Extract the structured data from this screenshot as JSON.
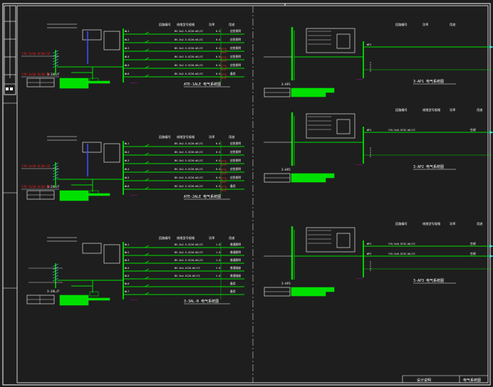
{
  "colors": {
    "background": "#1e1e1e",
    "frame": "#ffffff",
    "bus": "#00e000",
    "wire": "#00dd00",
    "text": "#ffffff",
    "red_text": "#ff2020",
    "magenta": "#ff00ff",
    "yellow": "#ffff00",
    "blue": "#3050ff",
    "cyan": "#40e0e0"
  },
  "panels": [
    {
      "id": "p1",
      "title": "ATE-1ALE 电气系统图",
      "cabinet": "1-1AL/F",
      "header": [
        "回路编号",
        "线缆型号规格",
        "功率",
        "用途"
      ],
      "incoming_red": [
        "YJV-3x10-SC40-CE",
        "YJV-3x10-SC40-CE"
      ],
      "feeders": [
        {
          "c": "WL1",
          "cable": "BV-3x2.5-SC20-WC/CC",
          "kw": "0.5",
          "use": "应急照明"
        },
        {
          "c": "WL2",
          "cable": "BV-3x2.5-SC20-WC/CC",
          "kw": "0.5",
          "use": "应急照明"
        },
        {
          "c": "WL3",
          "cable": "BV-3x2.5-SC20-WC/CC",
          "kw": "0.5",
          "use": "应急照明"
        },
        {
          "c": "WL4",
          "cable": "BV-3x2.5-SC20-WC/CC",
          "kw": "0.5",
          "use": "应急照明"
        },
        {
          "c": "WL5",
          "cable": "BV-3x2.5-SC20-WC/CC",
          "kw": "0.5",
          "use": "应急照明"
        },
        {
          "c": "WL6",
          "cable": "BV-3x2.5-SC20-WC/CC",
          "kw": "0.5",
          "use": "备用"
        }
      ]
    },
    {
      "id": "p2",
      "title": "ATE-2ALE 电气系统图",
      "cabinet": "1-2AL/F",
      "header": [
        "回路编号",
        "线缆型号规格",
        "功率",
        "用途"
      ],
      "incoming_red": [
        "YJV-3x10-SC40-CE",
        "YJV-3x10-SC40-CE"
      ],
      "feeders": [
        {
          "c": "WL1",
          "cable": "BV-3x2.5-SC20-WC/CC",
          "kw": "0.5",
          "use": "应急照明"
        },
        {
          "c": "WL2",
          "cable": "BV-3x2.5-SC20-WC/CC",
          "kw": "0.5",
          "use": "应急照明"
        },
        {
          "c": "WL3",
          "cable": "BV-3x2.5-SC20-WC/CC",
          "kw": "0.5",
          "use": "应急照明"
        },
        {
          "c": "WL4",
          "cable": "BV-3x2.5-SC20-WC/CC",
          "kw": "0.5",
          "use": "应急照明"
        },
        {
          "c": "WL5",
          "cable": "BV-3x2.5-SC20-WC/CC",
          "kw": "0.5",
          "use": "应急照明"
        },
        {
          "c": "WL6",
          "cable": "BV-3x2.5-SC20-WC/CC",
          "kw": "0.5",
          "use": "备用"
        }
      ]
    },
    {
      "id": "p3",
      "title": "3-3AL-B 电气系统图",
      "cabinet": "3-3AL/F",
      "header": [
        "回路编号",
        "线缆型号规格",
        "功率",
        "用途"
      ],
      "incoming_red": [],
      "feeders": [
        {
          "c": "WL1",
          "cable": "BV-3x2.5-SC20-WC/CC",
          "kw": "1.0",
          "use": "普通照明"
        },
        {
          "c": "WL2",
          "cable": "BV-3x2.5-SC20-WC/CC",
          "kw": "1.0",
          "use": "普通照明"
        },
        {
          "c": "WL3",
          "cable": "BV-3x2.5-SC20-WC/CC",
          "kw": "1.0",
          "use": "普通照明"
        },
        {
          "c": "WL4",
          "cable": "BV-3x4-SC20-WC/CC",
          "kw": "2.0",
          "use": "普通插座"
        },
        {
          "c": "WL5",
          "cable": "BV-3x4-SC20-WC/CC",
          "kw": "2.0",
          "use": "普通插座"
        },
        {
          "c": "WL6",
          "cable": "",
          "kw": "",
          "use": "备用"
        },
        {
          "c": "WL7",
          "cable": "",
          "kw": "",
          "use": "备用"
        }
      ]
    },
    {
      "id": "p4",
      "title": "3-AP1 电气系统图",
      "cabinet": "3-AP1",
      "header": [
        "回路编号",
        "功率",
        "用途"
      ],
      "incoming_red": [],
      "feeders": [
        {
          "c": "WP1",
          "cable": "",
          "kw": "",
          "use": ""
        }
      ]
    },
    {
      "id": "p5",
      "title": "3-AP2 电气系统图",
      "cabinet": "3-AP2",
      "header": [
        "回路编号",
        "线缆型号规格",
        "功率",
        "用途"
      ],
      "incoming_red": [],
      "feeders": [
        {
          "c": "WP1",
          "cable": "YJV-5x6-SC32-WC/CC",
          "kw": "",
          "use": "空调"
        }
      ]
    },
    {
      "id": "p6",
      "title": "3-AP3 电气系统图",
      "cabinet": "3-AP3",
      "header": [
        "回路编号",
        "线缆型号规格",
        "功率",
        "用途"
      ],
      "incoming_red": [],
      "feeders": [
        {
          "c": "WP1",
          "cable": "YJV-5x6-SC32-WC/CC",
          "kw": "",
          "use": "空调"
        },
        {
          "c": "WP2",
          "cable": "YJV-5x6-SC32-WC/CC",
          "kw": "",
          "use": "空调"
        }
      ]
    }
  ],
  "title_block": {
    "left": "设计说明",
    "right": "电气系统图"
  }
}
